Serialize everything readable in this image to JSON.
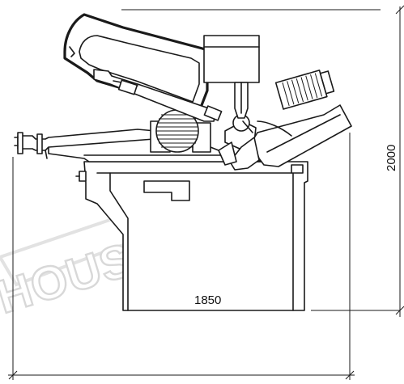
{
  "dimensions": {
    "width_label": "1850",
    "height_label": "2000"
  },
  "watermark": {
    "text": "HOUSE"
  },
  "colors": {
    "ink": "#1a1a1a",
    "watermark_stroke": "#d8d8d8",
    "background": "#ffffff"
  }
}
